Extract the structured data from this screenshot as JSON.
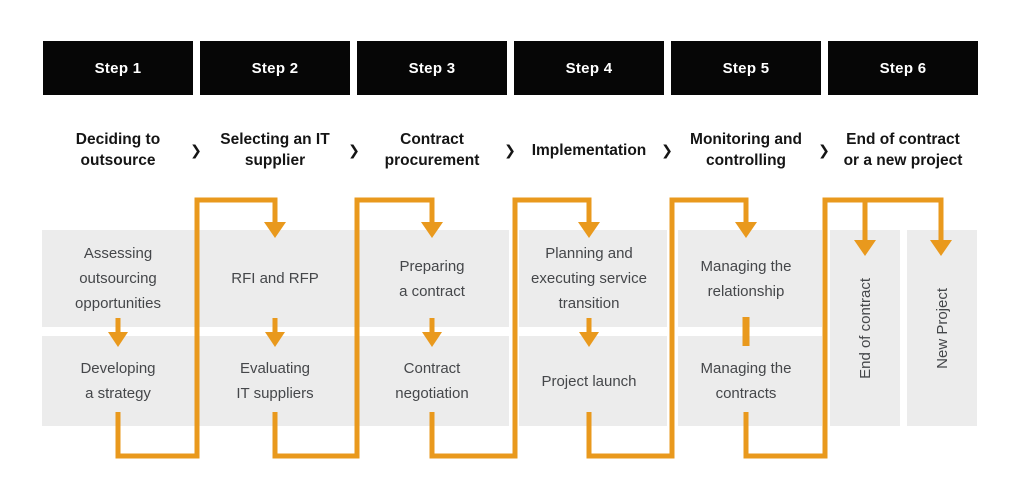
{
  "steps": [
    {
      "label": "Step 1",
      "title": "Deciding to\noutsource",
      "tasks": [
        "Assessing\noutsourcing\nopportunities",
        "Developing\na strategy"
      ]
    },
    {
      "label": "Step 2",
      "title": "Selecting an IT\nsupplier",
      "tasks": [
        "RFI and RFP",
        "Evaluating\nIT suppliers"
      ]
    },
    {
      "label": "Step 3",
      "title": "Contract\nprocurement",
      "tasks": [
        "Preparing\na contract",
        "Contract\nnegotiation"
      ]
    },
    {
      "label": "Step 4",
      "title": "Implementation",
      "tasks": [
        "Planning and\nexecuting service\ntransition",
        "Project launch"
      ]
    },
    {
      "label": "Step 5",
      "title": "Monitoring and\ncontrolling",
      "tasks": [
        "Managing the\nrelationship",
        "Managing the\ncontracts"
      ]
    },
    {
      "label": "Step 6",
      "title": "End of contract\nor a new project",
      "tasks": [
        "End of contract",
        "New Project"
      ]
    }
  ],
  "separator_icon": "❯",
  "colors": {
    "accent_orange": "#E9991D",
    "panel_gray": "#ECECEC",
    "header_black": "#060606",
    "task_text": "#45474A",
    "title_text": "#151515"
  }
}
